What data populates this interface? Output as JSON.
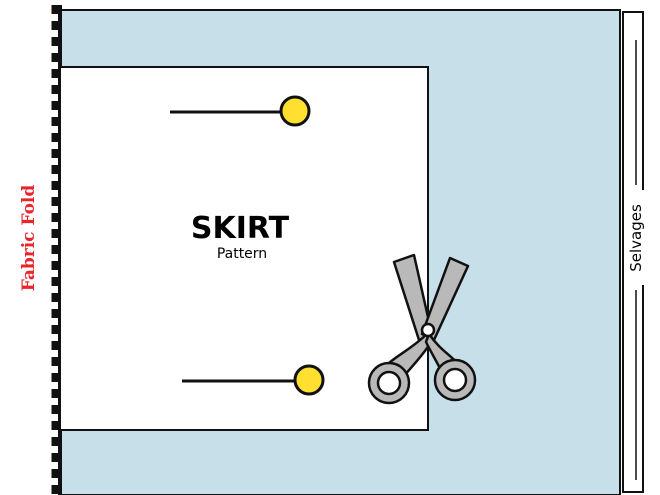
{
  "pattern": {
    "title": "SKIRT",
    "subtitle": "Pattern"
  },
  "labels": {
    "fold": "Fabric Fold",
    "selvages": "Selvages"
  },
  "icons": {
    "pin_top": "pin-icon",
    "pin_bottom": "pin-icon",
    "scissors": "scissors-icon"
  },
  "colors": {
    "fabric": "#c7dfe8",
    "pattern_paper": "#ffffff",
    "fold_label": "#e8252b",
    "pin_head": "#ffe030",
    "scissors": "#b9b9b9",
    "outline": "#111111"
  }
}
